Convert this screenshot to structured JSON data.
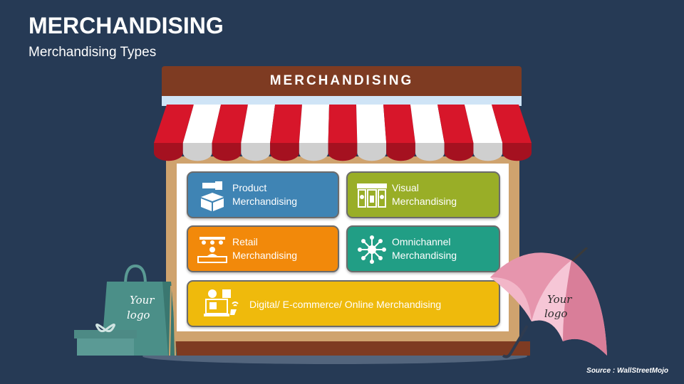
{
  "header": {
    "title": "MERCHANDISING",
    "subtitle": "Merchandising Types"
  },
  "store": {
    "sign": "MERCHANDISING"
  },
  "cards": {
    "product": {
      "line1": "Product",
      "line2": "Merchandising",
      "icon": "box-icon",
      "color": "#3f84b4"
    },
    "visual": {
      "line1": "Visual",
      "line2": "Merchandising",
      "icon": "storefront-icon",
      "color": "#99ae27"
    },
    "retail": {
      "line1": "Retail",
      "line2": "Merchandising",
      "icon": "retail-counter-icon",
      "color": "#f2890a"
    },
    "omni": {
      "line1": "Omnichannel",
      "line2": "Merchandising",
      "icon": "network-hub-icon",
      "color": "#219e85"
    },
    "digital": {
      "line1": "Digital/ E-commerce/ Online Merchandising",
      "icon": "online-shop-icon",
      "color": "#efba0c"
    }
  },
  "decor": {
    "bag_logo": [
      "Your",
      "logo"
    ],
    "umbrella_logo": [
      "Your",
      "logo"
    ]
  },
  "footer": {
    "source": "Source : WallStreetMojo"
  }
}
